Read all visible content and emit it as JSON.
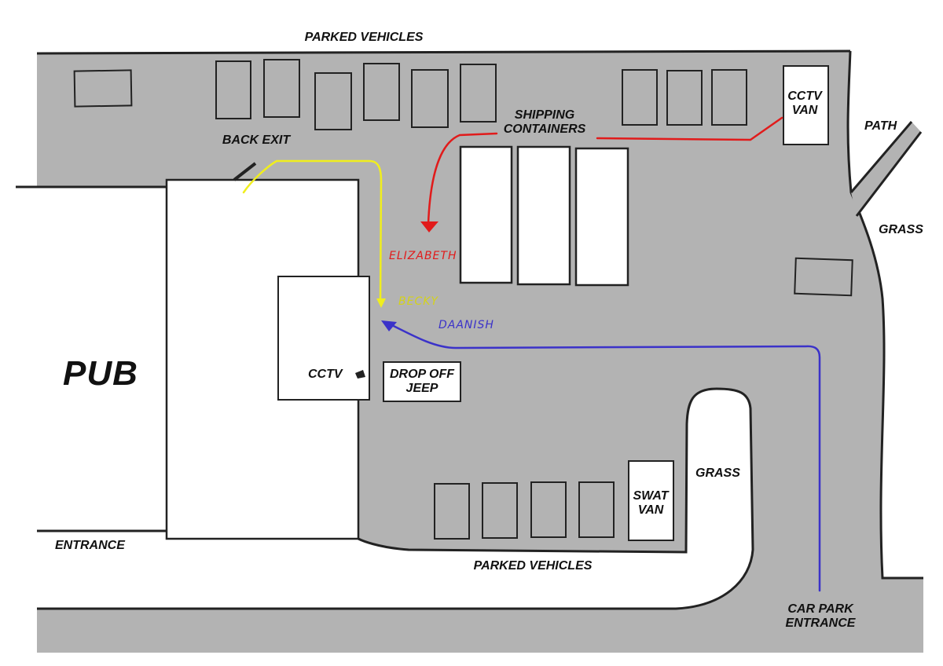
{
  "colors": {
    "asphalt": "#b3b3b3",
    "outline": "#222222",
    "building": "#ffffff",
    "route_elizabeth": "#e11b1b",
    "route_becky": "#f0ee1e",
    "route_daanish": "#3b32c9"
  },
  "labels": {
    "parked_vehicles_top": "PARKED VEHICLES",
    "back_exit": "BACK EXIT",
    "shipping_containers_line1": "SHIPPING",
    "shipping_containers_line2": "CONTAINERS",
    "cctv_van_line1": "CCTV",
    "cctv_van_line2": "VAN",
    "path": "PATH",
    "grass_right": "GRASS",
    "pub": "PUB",
    "cctv": "CCTV",
    "drop_off_line1": "DROP OFF",
    "drop_off_line2": "JEEP",
    "grass_center": "GRASS",
    "swat_van_line1": "SWAT",
    "swat_van_line2": "VAN",
    "entrance": "ENTRANCE",
    "parked_vehicles_bottom": "PARKED VEHICLES",
    "car_park_entrance_line1": "CAR PARK",
    "car_park_entrance_line2": "ENTRANCE"
  },
  "routes": {
    "elizabeth": "ELIZABETH",
    "becky": "BECKY",
    "daanish": "DAANISH"
  },
  "icons": {
    "cctv_camera": "camera-icon"
  }
}
